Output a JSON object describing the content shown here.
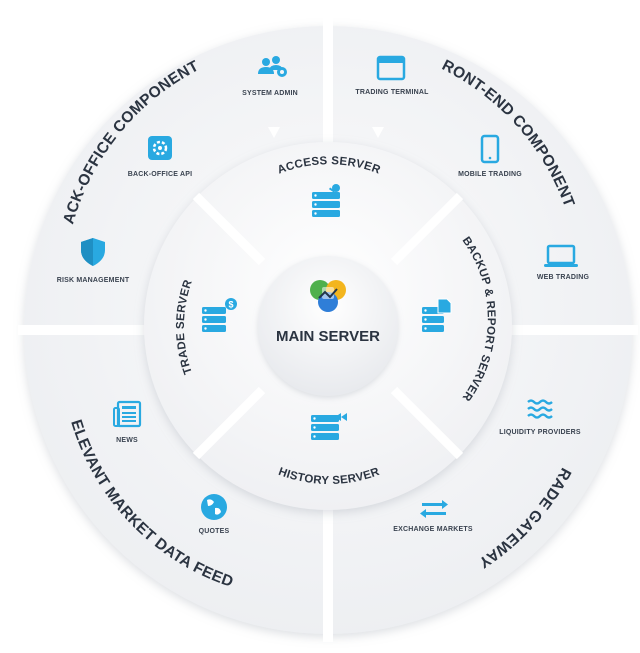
{
  "center": {
    "label": "MAIN SERVER",
    "icon": "metatrader-logo-icon"
  },
  "inner_servers": [
    {
      "id": "access",
      "label": "ACCESS SERVER",
      "icon": "server-key-icon"
    },
    {
      "id": "backup",
      "label": "BACKUP & REPORT SERVER",
      "icon": "server-document-icon"
    },
    {
      "id": "history",
      "label": "HISTORY SERVER",
      "icon": "server-rewind-icon"
    },
    {
      "id": "trade",
      "label": "TRADE SERVER",
      "icon": "server-dollar-icon"
    }
  ],
  "outer_sections": [
    {
      "id": "back-office",
      "label": "BACK-OFFICE COMPONENTS",
      "items": [
        {
          "label": "SYSTEM ADMIN",
          "icon": "users-gear-icon"
        },
        {
          "label": "BACK-OFFICE API",
          "icon": "gear-icon"
        },
        {
          "label": "RISK MANAGEMENT",
          "icon": "shield-icon"
        }
      ]
    },
    {
      "id": "front-end",
      "label": "FRONT-END COMPONENTS",
      "items": [
        {
          "label": "TRADING TERMINAL",
          "icon": "window-icon"
        },
        {
          "label": "MOBILE TRADING",
          "icon": "phone-icon"
        },
        {
          "label": "WEB TRADING",
          "icon": "laptop-icon"
        }
      ]
    },
    {
      "id": "trade-gateways",
      "label": "TRADE GATEWAYS",
      "items": [
        {
          "label": "LIQUIDITY PROVIDERS",
          "icon": "waves-icon"
        },
        {
          "label": "EXCHANGE MARKETS",
          "icon": "arrows-exchange-icon"
        }
      ]
    },
    {
      "id": "market-data",
      "label": "RELEVANT MARKET DATA FEEDS",
      "items": [
        {
          "label": "NEWS",
          "icon": "newspaper-icon"
        },
        {
          "label": "QUOTES",
          "icon": "globe-icon"
        }
      ]
    }
  ],
  "colors": {
    "accent": "#29a9e1",
    "text": "#2b3441",
    "panel": "#f2f3f5",
    "gap": "#ffffff"
  }
}
